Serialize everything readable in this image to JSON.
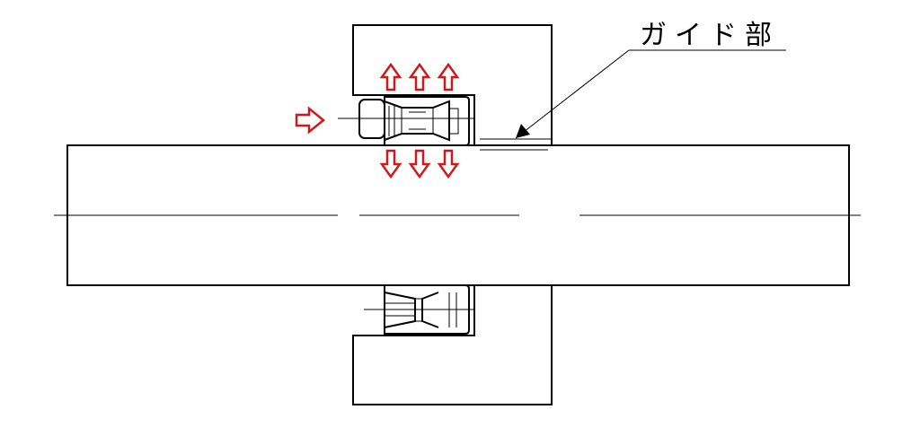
{
  "callout": {
    "label": "ガイド部"
  },
  "colors": {
    "line": "#000000",
    "arrow": "#d0191e",
    "background": "#ffffff"
  },
  "arrows": {
    "axial": "right",
    "outward": "up",
    "inward": "down"
  }
}
